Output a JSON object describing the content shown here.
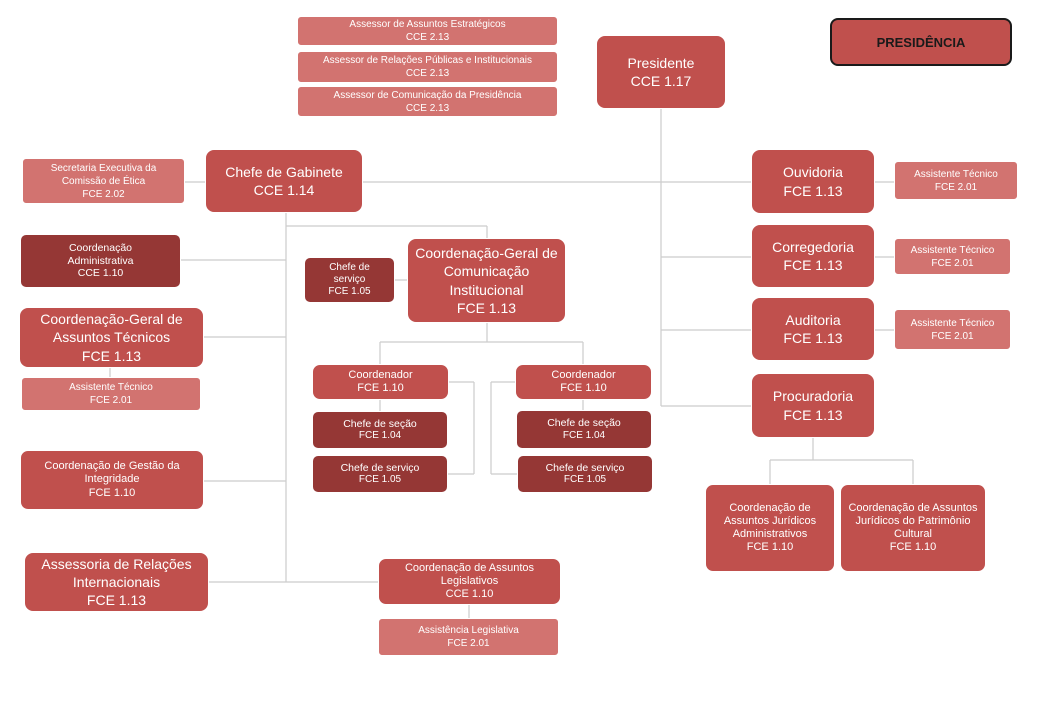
{
  "legend": "PRESIDÊNCIA",
  "colors": {
    "primary": "#c0504d",
    "light": "#d27370",
    "dark": "#953735",
    "line": "#cccccc"
  },
  "units": {
    "presidente": {
      "title": "Presidente",
      "code": "CCE 1.17"
    },
    "assessor_estrategicos": {
      "title": "Assessor de Assuntos Estratégicos",
      "code": "CCE 2.13"
    },
    "assessor_relacoes": {
      "title": "Assessor de Relações Públicas e Institucionais",
      "code": "CCE 2.13"
    },
    "assessor_comunicacao": {
      "title": "Assessor de Comunicação da Presidência",
      "code": "CCE 2.13"
    },
    "chefe_gabinete": {
      "title": "Chefe de Gabinete",
      "code": "CCE 1.14"
    },
    "secretaria_executiva": {
      "title": "Secretaria Executiva da Comissão de Ética",
      "code": "FCE 2.02"
    },
    "coord_administrativa": {
      "title": "Coordenação Administrativa",
      "code": "CCE 1.10"
    },
    "cg_assuntos_tecnicos": {
      "title": "Coordenação-Geral de Assuntos Técnicos",
      "code": "FCE 1.13"
    },
    "assistente_tecnico_cgat": {
      "title": "Assistente Técnico",
      "code": "FCE 2.01"
    },
    "coord_gestao_integridade": {
      "title": "Coordenação de Gestão da Integridade",
      "code": "FCE 1.10"
    },
    "assessoria_internacionais": {
      "title": "Assessoria de Relações Internacionais",
      "code": "FCE 1.13"
    },
    "cg_comunicacao": {
      "title": "Coordenação-Geral de Comunicação Institucional",
      "code": "FCE 1.13"
    },
    "chefe_servico_cgci": {
      "title": "Chefe de serviço",
      "code": "FCE 1.05"
    },
    "coordenador_a": {
      "title": "Coordenador",
      "code": "FCE 1.10"
    },
    "chefe_secao_a": {
      "title": "Chefe de seção",
      "code": "FCE 1.04"
    },
    "chefe_servico_a": {
      "title": "Chefe de serviço",
      "code": "FCE 1.05"
    },
    "coordenador_b": {
      "title": "Coordenador",
      "code": "FCE 1.10"
    },
    "chefe_secao_b": {
      "title": "Chefe de seção",
      "code": "FCE 1.04"
    },
    "chefe_servico_b": {
      "title": "Chefe de serviço",
      "code": "FCE 1.05"
    },
    "coord_assuntos_legislativos": {
      "title": "Coordenação de Assuntos Legislativos",
      "code": "CCE 1.10"
    },
    "assistencia_legislativa": {
      "title": "Assistência Legislativa",
      "code": "FCE 2.01"
    },
    "ouvidoria": {
      "title": "Ouvidoria",
      "code": "FCE 1.13"
    },
    "assistente_ouvidoria": {
      "title": "Assistente Técnico",
      "code": "FCE 2.01"
    },
    "corregedoria": {
      "title": "Corregedoria",
      "code": "FCE 1.13"
    },
    "assistente_corregedoria": {
      "title": "Assistente Técnico",
      "code": "FCE 2.01"
    },
    "auditoria": {
      "title": "Auditoria",
      "code": "FCE 1.13"
    },
    "assistente_auditoria": {
      "title": "Assistente Técnico",
      "code": "FCE 2.01"
    },
    "procuradoria": {
      "title": "Procuradoria",
      "code": "FCE 1.13"
    },
    "coord_juridicos_admin": {
      "title": "Coordenação de Assuntos Jurídicos Administrativos",
      "code": "FCE 1.10"
    },
    "coord_juridicos_patrimonio": {
      "title": "Coordenação de Assuntos Jurídicos do Patrimônio Cultural",
      "code": "FCE 1.10"
    }
  }
}
